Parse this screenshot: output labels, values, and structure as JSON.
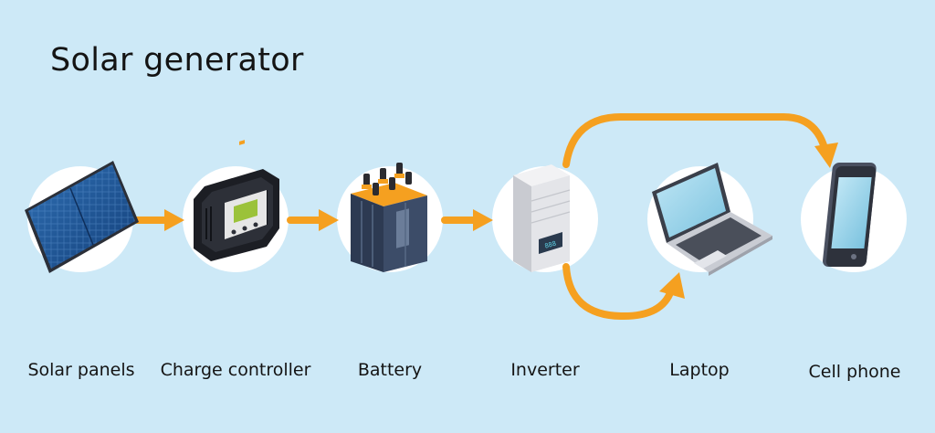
{
  "title": "Solar generator",
  "nodes": [
    {
      "id": "solar-panels",
      "label": "Solar panels"
    },
    {
      "id": "charge-controller",
      "label": "Charge controller"
    },
    {
      "id": "battery",
      "label": "Battery"
    },
    {
      "id": "inverter",
      "label": "Inverter"
    },
    {
      "id": "laptop",
      "label": "Laptop"
    },
    {
      "id": "cell-phone",
      "label": "Cell phone"
    }
  ],
  "edges": [
    {
      "from": "solar-panels",
      "to": "charge-controller"
    },
    {
      "from": "charge-controller",
      "to": "battery"
    },
    {
      "from": "battery",
      "to": "inverter"
    },
    {
      "from": "inverter",
      "to": "cell-phone"
    },
    {
      "from": "inverter",
      "to": "laptop"
    }
  ],
  "inverter_display": "888",
  "colors": {
    "background": "#cde9f7",
    "node_circle": "#ffffff",
    "arrow": "#f5a020"
  }
}
